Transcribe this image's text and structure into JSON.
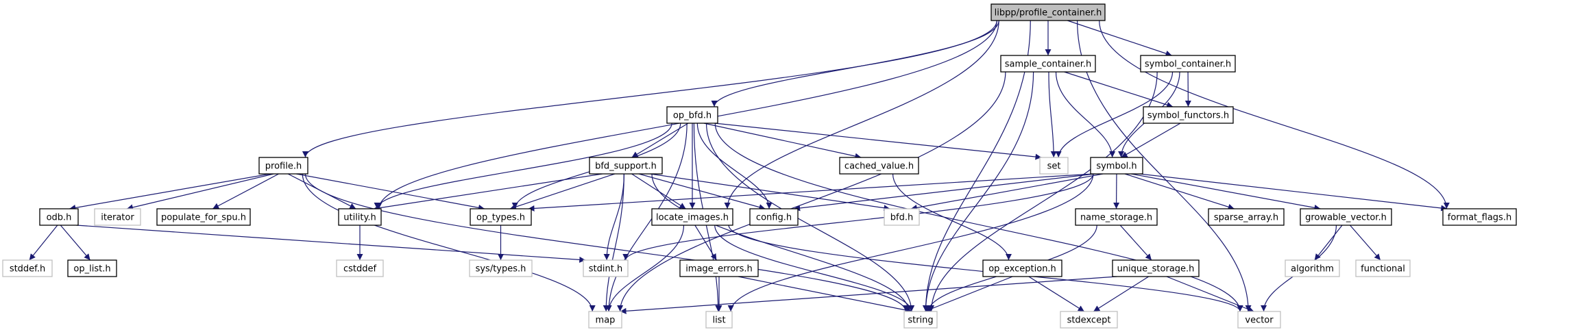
{
  "title": "libpp/profile_container.h include dependency graph",
  "colors": {
    "edge": "#191970",
    "root_fill": "#bfbfbf",
    "local_border": "#000000",
    "system_border": "#bfbfbf"
  },
  "nodes": [
    {
      "id": "profile_container",
      "label": "libpp/profile_container.h",
      "kind": "root"
    },
    {
      "id": "sample_container",
      "label": "sample_container.h",
      "kind": "local"
    },
    {
      "id": "symbol_container",
      "label": "symbol_container.h",
      "kind": "local"
    },
    {
      "id": "op_bfd",
      "label": "op_bfd.h",
      "kind": "local"
    },
    {
      "id": "symbol_functors",
      "label": "symbol_functors.h",
      "kind": "local"
    },
    {
      "id": "profile",
      "label": "profile.h",
      "kind": "local"
    },
    {
      "id": "bfd_support",
      "label": "bfd_support.h",
      "kind": "local"
    },
    {
      "id": "cached_value",
      "label": "cached_value.h",
      "kind": "local"
    },
    {
      "id": "set",
      "label": "set",
      "kind": "system"
    },
    {
      "id": "symbol",
      "label": "symbol.h",
      "kind": "local"
    },
    {
      "id": "odb",
      "label": "odb.h",
      "kind": "local"
    },
    {
      "id": "iterator",
      "label": "iterator",
      "kind": "system"
    },
    {
      "id": "populate_for_spu",
      "label": "populate_for_spu.h",
      "kind": "local"
    },
    {
      "id": "utility",
      "label": "utility.h",
      "kind": "local"
    },
    {
      "id": "op_types",
      "label": "op_types.h",
      "kind": "local"
    },
    {
      "id": "locate_images",
      "label": "locate_images.h",
      "kind": "local"
    },
    {
      "id": "config",
      "label": "config.h",
      "kind": "local"
    },
    {
      "id": "bfd",
      "label": "bfd.h",
      "kind": "system"
    },
    {
      "id": "name_storage",
      "label": "name_storage.h",
      "kind": "local"
    },
    {
      "id": "sparse_array",
      "label": "sparse_array.h",
      "kind": "local"
    },
    {
      "id": "growable_vector",
      "label": "growable_vector.h",
      "kind": "local"
    },
    {
      "id": "format_flags",
      "label": "format_flags.h",
      "kind": "local"
    },
    {
      "id": "stddef",
      "label": "stddef.h",
      "kind": "system"
    },
    {
      "id": "op_list",
      "label": "op_list.h",
      "kind": "local"
    },
    {
      "id": "cstddef",
      "label": "cstddef",
      "kind": "system"
    },
    {
      "id": "sys_types",
      "label": "sys/types.h",
      "kind": "system"
    },
    {
      "id": "stdint",
      "label": "stdint.h",
      "kind": "system"
    },
    {
      "id": "image_errors",
      "label": "image_errors.h",
      "kind": "local"
    },
    {
      "id": "op_exception",
      "label": "op_exception.h",
      "kind": "local"
    },
    {
      "id": "unique_storage",
      "label": "unique_storage.h",
      "kind": "local"
    },
    {
      "id": "algorithm",
      "label": "algorithm",
      "kind": "system"
    },
    {
      "id": "functional",
      "label": "functional",
      "kind": "system"
    },
    {
      "id": "map",
      "label": "map",
      "kind": "system"
    },
    {
      "id": "list",
      "label": "list",
      "kind": "system"
    },
    {
      "id": "string",
      "label": "string",
      "kind": "system"
    },
    {
      "id": "stdexcept",
      "label": "stdexcept",
      "kind": "system"
    },
    {
      "id": "vector",
      "label": "vector",
      "kind": "system"
    }
  ],
  "edges": [
    [
      "profile_container",
      "sample_container"
    ],
    [
      "profile_container",
      "symbol_container"
    ],
    [
      "profile_container",
      "op_bfd"
    ],
    [
      "profile_container",
      "profile"
    ],
    [
      "profile_container",
      "utility"
    ],
    [
      "profile_container",
      "locate_images"
    ],
    [
      "profile_container",
      "format_flags"
    ],
    [
      "profile_container",
      "string"
    ],
    [
      "profile_container",
      "vector"
    ],
    [
      "sample_container",
      "set"
    ],
    [
      "sample_container",
      "symbol"
    ],
    [
      "sample_container",
      "symbol_functors"
    ],
    [
      "sample_container",
      "map"
    ],
    [
      "sample_container",
      "string"
    ],
    [
      "symbol_container",
      "symbol_functors"
    ],
    [
      "symbol_container",
      "symbol"
    ],
    [
      "symbol_container",
      "set"
    ],
    [
      "symbol_container",
      "string"
    ],
    [
      "symbol_functors",
      "symbol"
    ],
    [
      "op_bfd",
      "bfd_support"
    ],
    [
      "op_bfd",
      "utility"
    ],
    [
      "op_bfd",
      "op_types"
    ],
    [
      "op_bfd",
      "locate_images"
    ],
    [
      "op_bfd",
      "config"
    ],
    [
      "op_bfd",
      "cached_value"
    ],
    [
      "op_bfd",
      "set"
    ],
    [
      "op_bfd",
      "vector"
    ],
    [
      "op_bfd",
      "string"
    ],
    [
      "op_bfd",
      "list"
    ],
    [
      "op_bfd",
      "map"
    ],
    [
      "profile",
      "odb"
    ],
    [
      "profile",
      "iterator"
    ],
    [
      "profile",
      "populate_for_spu"
    ],
    [
      "profile",
      "utility"
    ],
    [
      "profile",
      "op_types"
    ],
    [
      "profile",
      "map"
    ],
    [
      "profile",
      "string"
    ],
    [
      "bfd_support",
      "utility"
    ],
    [
      "bfd_support",
      "op_types"
    ],
    [
      "bfd_support",
      "locate_images"
    ],
    [
      "bfd_support",
      "config"
    ],
    [
      "bfd_support",
      "bfd"
    ],
    [
      "bfd_support",
      "stdint"
    ],
    [
      "bfd_support",
      "map"
    ],
    [
      "bfd_support",
      "string"
    ],
    [
      "cached_value",
      "op_exception"
    ],
    [
      "symbol",
      "config"
    ],
    [
      "symbol",
      "op_types"
    ],
    [
      "symbol",
      "bfd"
    ],
    [
      "symbol",
      "name_storage"
    ],
    [
      "symbol",
      "sparse_array"
    ],
    [
      "symbol",
      "growable_vector"
    ],
    [
      "symbol",
      "format_flags"
    ],
    [
      "symbol",
      "stdint"
    ],
    [
      "symbol",
      "list"
    ],
    [
      "odb",
      "stddef"
    ],
    [
      "odb",
      "op_list"
    ],
    [
      "odb",
      "stdint"
    ],
    [
      "utility",
      "cstddef"
    ],
    [
      "op_types",
      "sys_types"
    ],
    [
      "locate_images",
      "image_errors"
    ],
    [
      "locate_images",
      "map"
    ],
    [
      "locate_images",
      "string"
    ],
    [
      "locate_images",
      "vector"
    ],
    [
      "image_errors",
      "list"
    ],
    [
      "image_errors",
      "string"
    ],
    [
      "name_storage",
      "unique_storage"
    ],
    [
      "name_storage",
      "string"
    ],
    [
      "unique_storage",
      "map"
    ],
    [
      "unique_storage",
      "stdexcept"
    ],
    [
      "unique_storage",
      "vector"
    ],
    [
      "op_exception",
      "string"
    ],
    [
      "op_exception",
      "stdexcept"
    ],
    [
      "growable_vector",
      "algorithm"
    ],
    [
      "growable_vector",
      "functional"
    ],
    [
      "growable_vector",
      "vector"
    ]
  ]
}
